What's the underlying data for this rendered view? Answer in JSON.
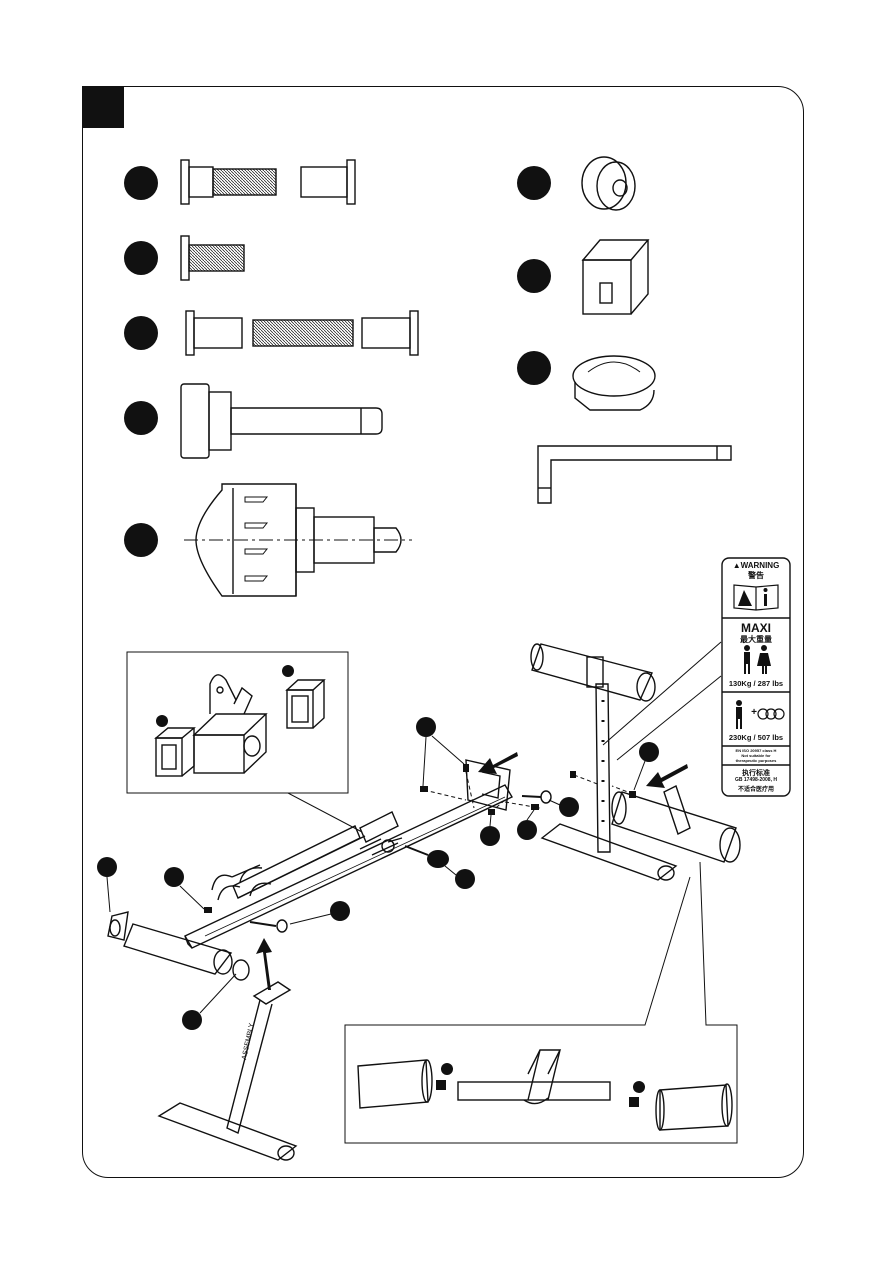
{
  "warning_label": {
    "header": "▲WARNING",
    "header_cn": "警告",
    "maxi": "MAXI",
    "maxi_cn": "最大重量",
    "user_weight": "130Kg / 287 lbs",
    "total_weight": "230Kg / 507 lbs",
    "standard_en_1": "EN ISO 20957 class H",
    "standard_en_2": "Not suitable for",
    "standard_en_3": "therapeutic purposes",
    "standard_cn_1": "执行标准",
    "standard_cn_2": "GB 17498-2008, H",
    "standard_cn_3": "不适合医疗用",
    "plus": "+"
  },
  "colors": {
    "ink": "#111111",
    "paper": "#ffffff",
    "shade": "#cccccc"
  }
}
